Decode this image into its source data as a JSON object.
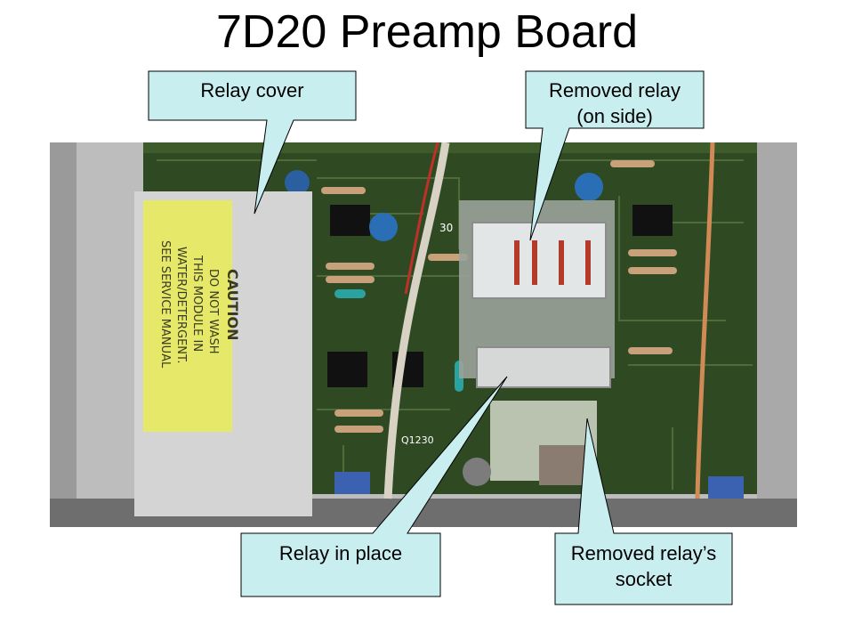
{
  "title": "7D20 Preamp Board",
  "colors": {
    "callout_fill": "#c9eef0",
    "callout_stroke": "#000000",
    "board_green": "#2f4a22",
    "caution_label": "#e6e86a",
    "chassis": "#c4c4c4"
  },
  "photo": {
    "caution_label": {
      "heading": "CAUTION",
      "line1": "DO NOT WASH",
      "line2": "THIS MODULE IN",
      "line3": "WATER/DETERGENT.",
      "line4": "SEE SERVICE MANUAL"
    },
    "board_markings": {
      "mark_30": "30",
      "mark_q1230": "Q1230"
    }
  },
  "callouts": {
    "relay_cover": "Relay cover",
    "removed_relay_line1": "Removed relay",
    "removed_relay_line2": "(on side)",
    "relay_in_place": "Relay in place",
    "relay_socket_line1": "Removed relay’s",
    "relay_socket_line2": "socket"
  }
}
